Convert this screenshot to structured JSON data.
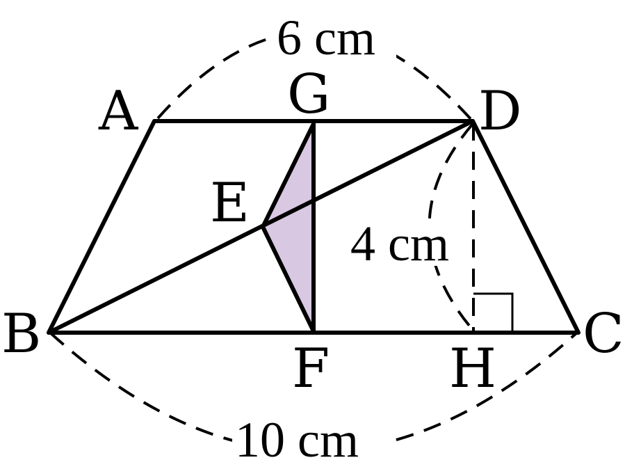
{
  "labels": {
    "A": "A",
    "B": "B",
    "C": "C",
    "D": "D",
    "E": "E",
    "F": "F",
    "G": "G",
    "H": "H"
  },
  "measurements": {
    "top": "6 cm",
    "height": "4 cm",
    "bottom": "10 cm"
  },
  "colors": {
    "shaded_region": "#d8c8e2",
    "lines": "#000000",
    "background": "#ffffff"
  }
}
